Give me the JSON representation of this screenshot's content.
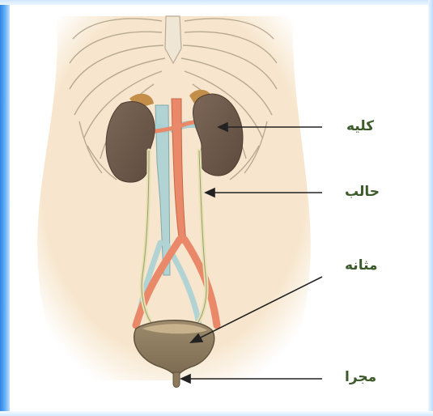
{
  "colors": {
    "label_text": "#3c5a2a",
    "skin": "#f6e3c8",
    "kidney": "#6e5a4c",
    "artery": "#e9896a",
    "vein": "#a9cfd0",
    "bladder": "#8c7a5e",
    "arrow": "#222222",
    "frame_blue": "#3b8fe8"
  },
  "labels": {
    "kidney": "کلیه",
    "ureter": "حالب",
    "bladder": "مثانه",
    "urethra": "مجرا"
  }
}
